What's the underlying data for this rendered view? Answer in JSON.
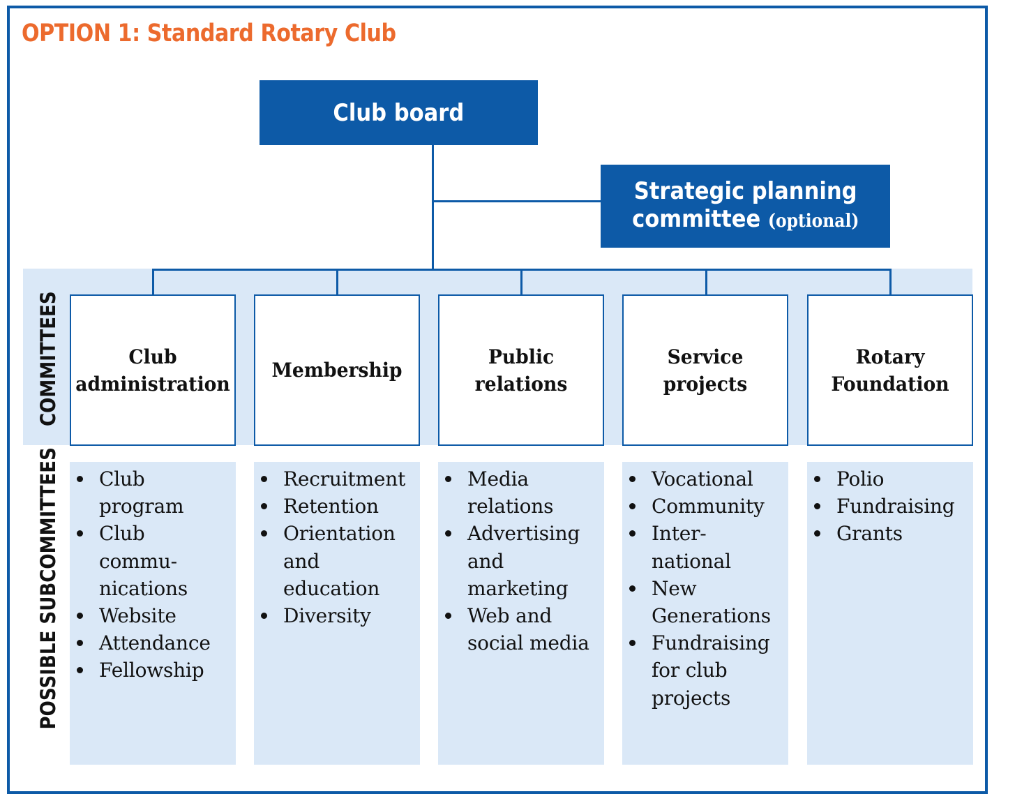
{
  "title": "OPTION 1: Standard Rotary Club",
  "board": "Club board",
  "strategic": {
    "line1": "Strategic planning",
    "line2": "committee",
    "optional": "(optional)"
  },
  "side_labels": {
    "committees": "COMMITTEES",
    "subcommittees": "POSSIBLE SUBCOMMITTEES"
  },
  "committees": [
    {
      "name": "Club\nadministration",
      "subs": [
        "Club\nprogram",
        "Club\ncommu-\nnications",
        "Website",
        "Attendance",
        "Fellowship"
      ]
    },
    {
      "name": "Membership",
      "subs": [
        "Recruitment",
        "Retention",
        "Orientation\nand\neducation",
        "Diversity"
      ]
    },
    {
      "name": "Public\nrelations",
      "subs": [
        "Media\nrelations",
        "Advertising\nand\nmarketing",
        "Web and\nsocial media"
      ]
    },
    {
      "name": "Service\nprojects",
      "subs": [
        "Vocational",
        "Community",
        "Inter-\nnational",
        "New\nGenerations",
        "Fundraising\nfor club\nprojects"
      ]
    },
    {
      "name": "Rotary\nFoundation",
      "subs": [
        "Polio",
        "Fundraising",
        "Grants"
      ]
    }
  ],
  "colors": {
    "brand_blue": "#0d5aa7",
    "title_orange": "#ec6a2d",
    "light_band": "#dae8f7"
  }
}
